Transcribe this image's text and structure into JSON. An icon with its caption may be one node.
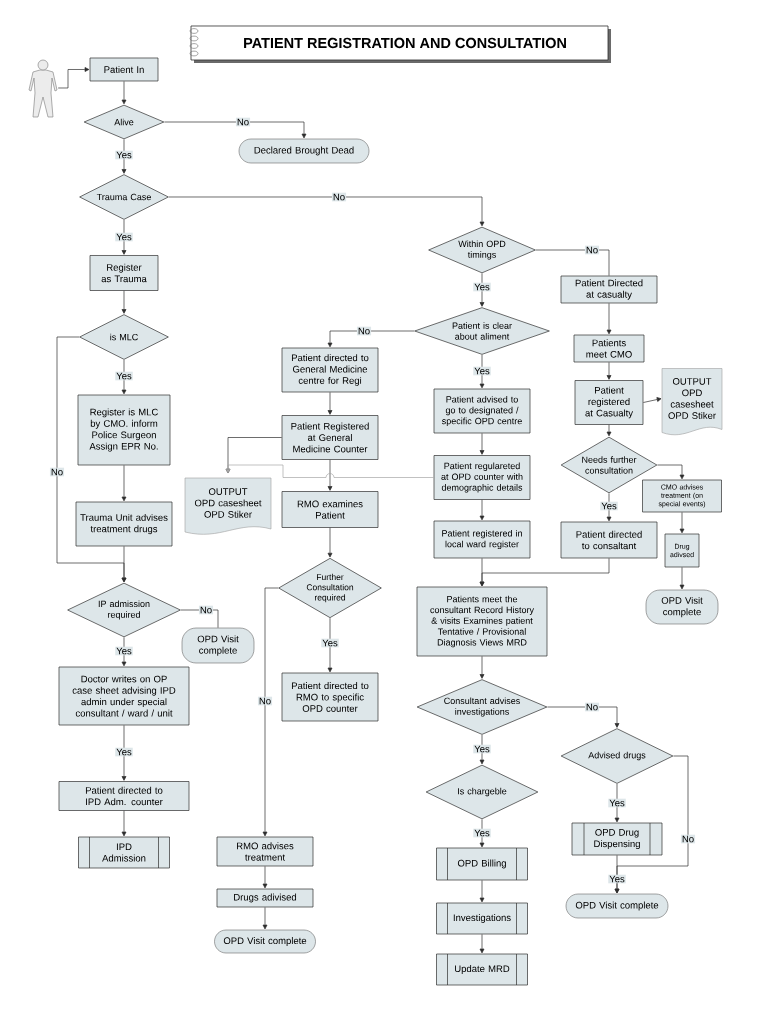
{
  "diagram": {
    "title": "PATIENT REGISTRATION AND CONSULTATION",
    "nodes": [
      {
        "text": [],
        "shape": "person"
      },
      {
        "text": [
          "Patient In"
        ]
      },
      {
        "text": [
          "Alive"
        ]
      },
      {
        "text": [
          "Declared Brought Dead"
        ]
      },
      {
        "text": [
          "Trauma Case"
        ]
      },
      {
        "text": [
          "Register as Trauma"
        ]
      },
      {
        "text": [
          "is MLC"
        ]
      },
      {
        "text": [
          "Register is MLC by CMO. inform Police Surgeon Assign EPR No."
        ]
      },
      {
        "text": [
          "Trauma Unit advises treatment drugs"
        ]
      },
      {
        "text": [
          "IP admission required"
        ]
      },
      {
        "text": [
          "OPD Visit complete"
        ]
      },
      {
        "text": [
          "Doctor writes on OP case sheet advising IPD admin under special consultant / ward / unit"
        ]
      },
      {
        "text": [
          "Patient directed to IPD Adm. counter"
        ]
      },
      {
        "text": [
          "IPD Admission"
        ]
      },
      {
        "text": [
          "Within OPD timings"
        ]
      },
      {
        "text": [
          "Patient Directed at casualty"
        ]
      },
      {
        "text": [
          "Patient is clear about aliment"
        ]
      },
      {
        "text": [
          "Patient directed to General Medicine centre for Regi"
        ]
      },
      {
        "text": [
          "Patients meet CMO"
        ]
      },
      {
        "text": [
          "Patient advised to go to designated / specific OPD centre"
        ]
      },
      {
        "text": [
          "Patient registered at Casualty"
        ]
      },
      {
        "text": [
          "OUTPUT",
          "OPD casesheet OPD Stiker"
        ]
      },
      {
        "text": [
          "Patient Registered at General Medicine Counter"
        ]
      },
      {
        "text": [
          "Needs further consultation"
        ]
      },
      {
        "text": [
          "CMO advises treatment (on special events)"
        ]
      },
      {
        "text": [
          "OUTPUT",
          "OPD casesheet OPD Stiker"
        ]
      },
      {
        "text": [
          "Patient regulareted at OPD counter with demographic details"
        ]
      },
      {
        "text": [
          "RMO examines Patient"
        ]
      },
      {
        "text": [
          "Patient registered in local ward register"
        ]
      },
      {
        "text": [
          "Patient directed to consaltant"
        ]
      },
      {
        "text": [
          "Drug adivsed"
        ]
      },
      {
        "text": [
          "Further Consultation required"
        ]
      },
      {
        "text": [
          "Patients meet the consultant Record History & visits Examines patient Tentative / Provisional Diagnosis Views MRD"
        ]
      },
      {
        "text": [
          "OPD Visit complete"
        ]
      },
      {
        "text": [
          "Patient directed to RMO to specific OPD counter"
        ]
      },
      {
        "text": [
          "Consultant advises investigations"
        ]
      },
      {
        "text": [
          "Advised drugs"
        ]
      },
      {
        "text": [
          "Is chargeble"
        ]
      },
      {
        "text": [
          "RMO advises treatment"
        ]
      },
      {
        "text": [
          "OPD Drug Dispensing"
        ]
      },
      {
        "text": [
          "OPD Billing"
        ]
      },
      {
        "text": [
          "Drugs adivised"
        ]
      },
      {
        "text": [
          "OPD Visit complete"
        ]
      },
      {
        "text": [
          "Investigations"
        ]
      },
      {
        "text": [
          "OPD Visit complete"
        ]
      },
      {
        "text": [
          "Update MRD"
        ]
      }
    ],
    "edges": [
      {
        "from": 0,
        "to": 1,
        "arrow": "to"
      },
      {
        "from": 1,
        "to": 2,
        "arrow": "to"
      },
      {
        "from": 2,
        "to": 3,
        "arrow": "to",
        "label": "No"
      },
      {
        "from": 2,
        "to": 4,
        "arrow": "to",
        "label": "Yes"
      },
      {
        "from": 4,
        "to": 14,
        "arrow": "to",
        "label": "No"
      },
      {
        "from": 4,
        "to": 5,
        "arrow": "to",
        "label": "Yes"
      },
      {
        "from": 5,
        "to": 6,
        "arrow": "to"
      },
      {
        "from": 6,
        "to": 7,
        "arrow": "to",
        "label": "Yes"
      },
      {
        "from": 6,
        "to": 9,
        "arrow": "to",
        "label": "No"
      },
      {
        "from": 7,
        "to": 8,
        "arrow": "to"
      },
      {
        "from": 8,
        "to": 9,
        "arrow": "to"
      },
      {
        "from": 9,
        "to": 10,
        "arrow": "none",
        "label": "No"
      },
      {
        "from": 9,
        "to": 11,
        "arrow": "to",
        "label": "Yes"
      },
      {
        "from": 11,
        "to": 12,
        "arrow": "to",
        "label": "Yes"
      },
      {
        "from": 12,
        "to": 13,
        "arrow": "to"
      },
      {
        "from": 14,
        "to": 15,
        "arrow": "none",
        "label": "No"
      },
      {
        "from": 14,
        "to": 16,
        "arrow": "to",
        "label": "Yes"
      },
      {
        "from": 15,
        "to": 18,
        "arrow": "to"
      },
      {
        "from": 16,
        "to": 17,
        "arrow": "to",
        "label": "No"
      },
      {
        "from": 16,
        "to": 19,
        "arrow": "to",
        "label": "Yes"
      },
      {
        "from": 17,
        "to": 22,
        "arrow": "to"
      },
      {
        "from": 22,
        "to": 25,
        "arrow": "to"
      },
      {
        "from": 22,
        "to": 27,
        "arrow": "to"
      },
      {
        "from": 26,
        "to": 25,
        "arrow": "to",
        "color": "#a6a6a6"
      },
      {
        "from": 18,
        "to": 20,
        "arrow": "to"
      },
      {
        "from": 20,
        "to": 21,
        "arrow": "to"
      },
      {
        "from": 20,
        "to": 23,
        "arrow": "to"
      },
      {
        "from": 23,
        "to": 29,
        "arrow": "to",
        "label": "Yes"
      },
      {
        "from": 23,
        "to": 24,
        "arrow": "to"
      },
      {
        "from": 24,
        "to": 30,
        "arrow": "to"
      },
      {
        "from": 30,
        "to": 33,
        "arrow": "to"
      },
      {
        "from": 19,
        "to": 26,
        "arrow": "to"
      },
      {
        "from": 26,
        "to": 28,
        "arrow": "to"
      },
      {
        "from": 28,
        "to": 32,
        "arrow": "to"
      },
      {
        "from": 29,
        "to": 32,
        "arrow": "to"
      },
      {
        "from": 27,
        "to": 31,
        "arrow": "to"
      },
      {
        "from": 31,
        "to": 34,
        "arrow": "to",
        "label": "Yes"
      },
      {
        "from": 31,
        "to": 38,
        "arrow": "to",
        "label": "No"
      },
      {
        "from": 38,
        "to": 41,
        "arrow": "to"
      },
      {
        "from": 41,
        "to": 44,
        "arrow": "to"
      },
      {
        "from": 32,
        "to": 35,
        "arrow": "to"
      },
      {
        "from": 35,
        "to": 37,
        "arrow": "to",
        "label": "Yes"
      },
      {
        "from": 35,
        "to": 36,
        "arrow": "to",
        "label": "No"
      },
      {
        "from": 36,
        "to": 39,
        "arrow": "to",
        "label": "Yes"
      },
      {
        "from": 36,
        "to": 42,
        "arrow": "to",
        "label": "No"
      },
      {
        "from": 39,
        "to": 42,
        "arrow": "to",
        "label": "Yes"
      },
      {
        "from": 37,
        "to": 40,
        "arrow": "to",
        "label": "Yes"
      },
      {
        "from": 40,
        "to": 43,
        "arrow": "to"
      },
      {
        "from": 43,
        "to": 45,
        "arrow": "to"
      }
    ]
  }
}
